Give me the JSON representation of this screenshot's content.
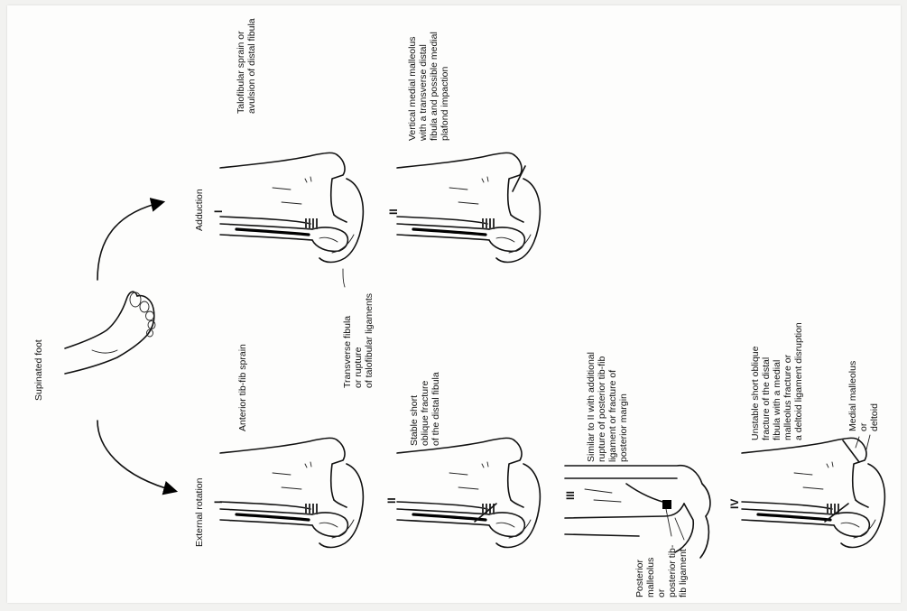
{
  "root": {
    "label": "Supinated foot"
  },
  "branches": {
    "adduction": {
      "title": "Adduction",
      "stages": [
        {
          "numeral": "I",
          "description": [
            "Talofibular sprain or",
            "avulsion of distal fibula"
          ],
          "callout": [
            "Transverse fibula",
            "or rupture",
            "of talofibular ligaments"
          ]
        },
        {
          "numeral": "II",
          "description": [
            "Vertical medial malleolus",
            "with a transverse distal",
            "fibula and possible medial",
            "plafond impaction"
          ]
        }
      ]
    },
    "external_rotation": {
      "title": "External rotation",
      "stages": [
        {
          "numeral": "I",
          "description": [
            "Anterior tib-fib sprain"
          ]
        },
        {
          "numeral": "II",
          "description": [
            "Stable short",
            "oblique fracture",
            "of the distal fibula"
          ]
        },
        {
          "numeral": "III",
          "description": [
            "Similar to II with additional",
            "rupture of posterior tib-fib",
            "ligament or fracture of",
            "posterior margin"
          ],
          "callout": [
            "Posterior",
            "malleolus",
            "or",
            "posterior tib-",
            "fib ligament"
          ]
        },
        {
          "numeral": "IV",
          "description": [
            "Unstable short oblique",
            "fracture of the distal",
            "fibula with a medial",
            "malleolus fracture or",
            "a deltoid ligament disruption"
          ],
          "callout": [
            "Medial malleolus",
            "or",
            "deltoid"
          ]
        }
      ]
    }
  },
  "icons": [
    "foot-icon",
    "curved-arrow-icon",
    "ankle-bones-icon"
  ]
}
